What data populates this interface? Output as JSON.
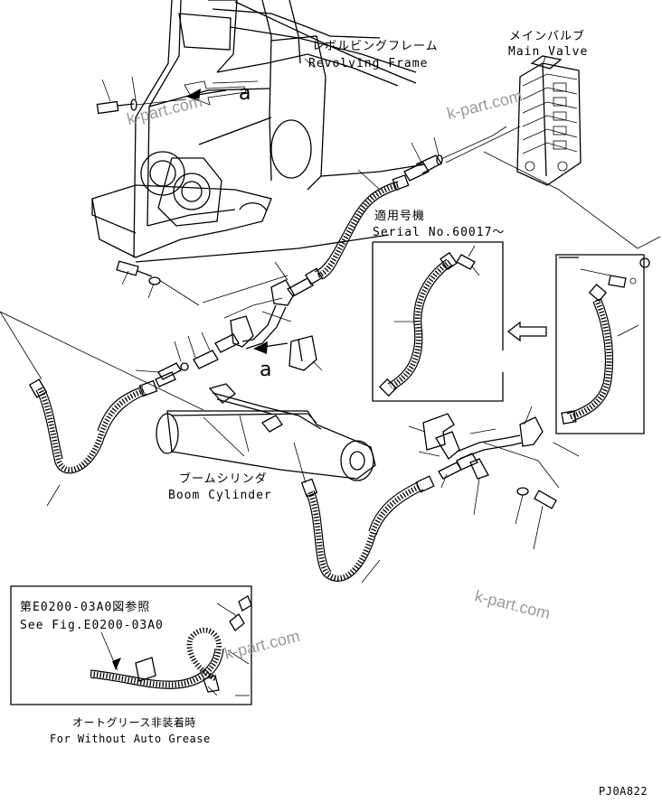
{
  "labels": {
    "revolving_frame_jp": "レボルビングフレーム",
    "revolving_frame_en": "Revolving Frame",
    "main_valve_jp": "メインバルブ",
    "main_valve_en": "Main Valve",
    "serial_jp": "適用号機",
    "serial_en": "Serial No.60017～",
    "boom_cylinder_jp": "ブームシリンダ",
    "boom_cylinder_en": "Boom Cylinder",
    "see_fig_jp": "第E0200-03A0図参照",
    "see_fig_en": "See Fig.E0200-03A0",
    "without_grease_jp": "オートグリース非装着時",
    "without_grease_en": "For Without Auto Grease",
    "callout_a_top": "a",
    "callout_a_mid": "a",
    "drawing_code": "PJ0A822"
  },
  "watermarks": [
    "k-part.com",
    "k-part.com",
    "k-part.com",
    "k-part.com"
  ],
  "colors": {
    "line": "#000000",
    "watermark": "#9a9a9a",
    "background": "#ffffff"
  }
}
